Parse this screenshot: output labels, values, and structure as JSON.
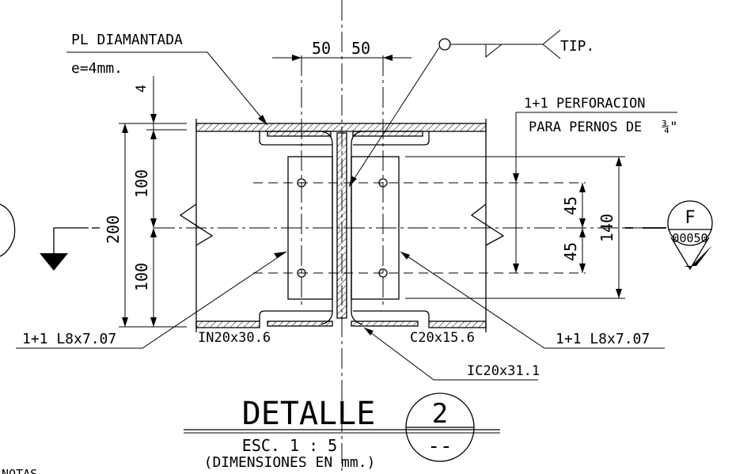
{
  "labels": {
    "plate_title": "PL DIAMANTADA",
    "plate_thk": "e=4mm.",
    "dim_4": "4",
    "dim_50_left": "50",
    "dim_50_right": "50",
    "weld_tip": "TIP.",
    "perf_line1": "1+1 PERFORACION",
    "perf_line2": "PARA PERNOS DE",
    "perf_frac": "¾\"",
    "dim_100_top": "100",
    "dim_100_bottom": "100",
    "dim_200": "200",
    "dim_45_top": "45",
    "dim_45_bottom": "45",
    "dim_140": "140",
    "section_letter": "F",
    "section_sheet": "00050",
    "angle_left": "1+1  L8x7.07",
    "angle_right": "1+1  L8x7.07",
    "beam_left": "IN20x30.6",
    "beam_right": "C20x15.6",
    "beam_center": "IC20x31.1",
    "detail_title": "DETALLE",
    "detail_number": "2",
    "detail_sheet": "--",
    "scale": "ESC.  1  :  5",
    "units": "(DIMENSIONES  EN  mm.)",
    "notes": "NOTAS"
  }
}
